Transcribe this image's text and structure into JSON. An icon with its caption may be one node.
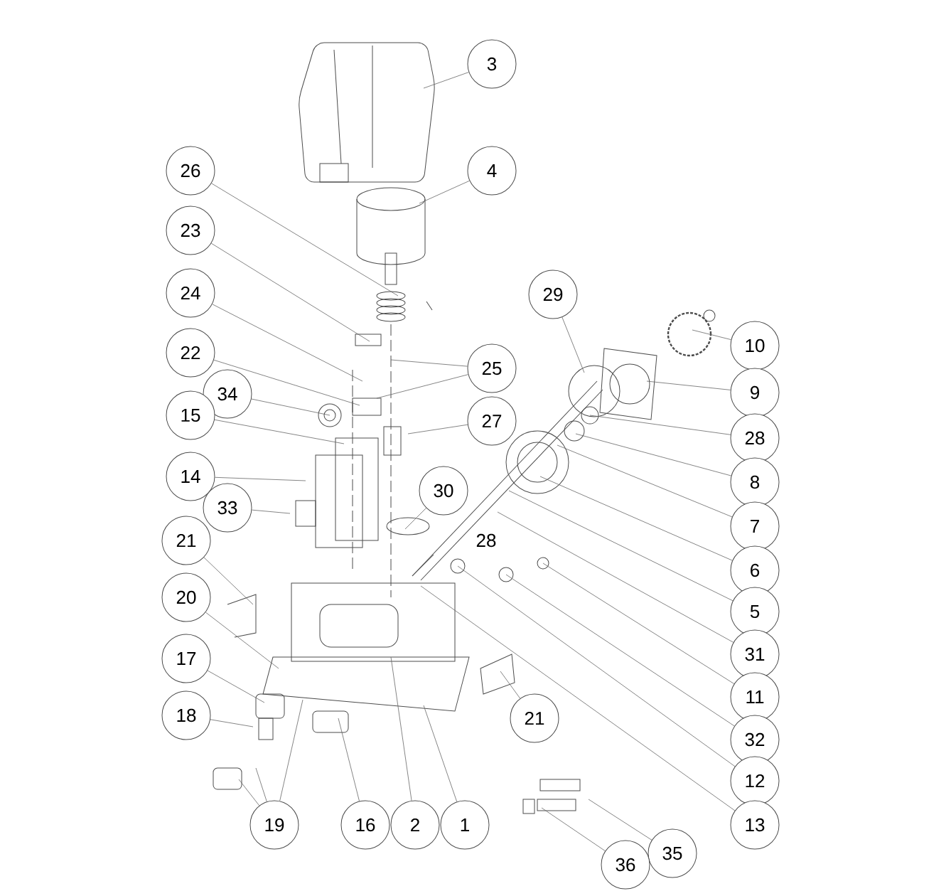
{
  "diagram": {
    "nodes": [
      {
        "text": [
          "3"
        ]
      },
      {
        "text": [
          "4"
        ]
      },
      {
        "text": [
          "26"
        ]
      },
      {
        "text": [
          "23"
        ]
      },
      {
        "text": [
          "24"
        ]
      },
      {
        "text": [
          "29"
        ]
      },
      {
        "text": [
          "10"
        ]
      },
      {
        "text": [
          "22"
        ]
      },
      {
        "text": [
          "25"
        ]
      },
      {
        "text": [
          "9"
        ]
      },
      {
        "text": [
          "34"
        ]
      },
      {
        "text": [
          "15"
        ]
      },
      {
        "text": [
          "27"
        ]
      },
      {
        "text": [
          "28"
        ]
      },
      {
        "text": [
          "14"
        ]
      },
      {
        "text": [
          "8"
        ]
      },
      {
        "text": [
          "30"
        ]
      },
      {
        "text": [
          "33"
        ]
      },
      {
        "text": [
          "7"
        ]
      },
      {
        "text": [
          "21"
        ]
      },
      {
        "text": [
          "6"
        ]
      },
      {
        "text": [
          "20"
        ]
      },
      {
        "text": [
          "5"
        ]
      },
      {
        "text": [
          "31"
        ]
      },
      {
        "text": [
          "17"
        ]
      },
      {
        "text": [
          "11"
        ]
      },
      {
        "text": [
          "18"
        ]
      },
      {
        "text": [
          "21"
        ]
      },
      {
        "text": [
          "32"
        ]
      },
      {
        "text": [
          "12"
        ]
      },
      {
        "text": [
          "19"
        ]
      },
      {
        "text": [
          "16"
        ]
      },
      {
        "text": [
          "2"
        ]
      },
      {
        "text": [
          "1"
        ]
      },
      {
        "text": [
          "13"
        ]
      },
      {
        "text": [
          "35"
        ]
      },
      {
        "text": [
          "36"
        ]
      }
    ],
    "edges": [
      {
        "from": 0,
        "to": null,
        "arrow": "none"
      },
      {
        "from": 1,
        "to": null,
        "arrow": "none"
      },
      {
        "from": 2,
        "to": null,
        "arrow": "none"
      },
      {
        "from": 3,
        "to": null,
        "arrow": "none"
      },
      {
        "from": 4,
        "to": null,
        "arrow": "none"
      },
      {
        "from": 5,
        "to": null,
        "arrow": "none"
      },
      {
        "from": 6,
        "to": null,
        "arrow": "none"
      },
      {
        "from": 7,
        "to": null,
        "arrow": "none"
      },
      {
        "from": 8,
        "to": null,
        "arrow": "none"
      },
      {
        "from": 8,
        "to": null,
        "arrow": "none"
      },
      {
        "from": 9,
        "to": null,
        "arrow": "none"
      },
      {
        "from": 10,
        "to": null,
        "arrow": "none"
      },
      {
        "from": 11,
        "to": null,
        "arrow": "none"
      },
      {
        "from": 12,
        "to": null,
        "arrow": "none"
      },
      {
        "from": 13,
        "to": null,
        "arrow": "none"
      },
      {
        "from": 14,
        "to": null,
        "arrow": "none"
      },
      {
        "from": 15,
        "to": null,
        "arrow": "none"
      },
      {
        "from": 16,
        "to": null,
        "arrow": "none"
      },
      {
        "from": 17,
        "to": null,
        "arrow": "none"
      },
      {
        "from": 18,
        "to": null,
        "arrow": "none"
      },
      {
        "from": 19,
        "to": null,
        "arrow": "none"
      },
      {
        "from": 20,
        "to": null,
        "arrow": "none"
      },
      {
        "from": 21,
        "to": null,
        "arrow": "none"
      },
      {
        "from": 22,
        "to": null,
        "arrow": "none"
      },
      {
        "from": 23,
        "to": null,
        "arrow": "none"
      },
      {
        "from": 24,
        "to": null,
        "arrow": "none"
      },
      {
        "from": 25,
        "to": null,
        "arrow": "none"
      },
      {
        "from": 26,
        "to": null,
        "arrow": "none"
      },
      {
        "from": 27,
        "to": null,
        "arrow": "none"
      },
      {
        "from": 28,
        "to": null,
        "arrow": "none"
      },
      {
        "from": 29,
        "to": null,
        "arrow": "none"
      },
      {
        "from": 30,
        "to": null,
        "arrow": "none"
      },
      {
        "from": 30,
        "to": null,
        "arrow": "none"
      },
      {
        "from": 30,
        "to": null,
        "arrow": "none"
      },
      {
        "from": 31,
        "to": null,
        "arrow": "none"
      },
      {
        "from": 32,
        "to": null,
        "arrow": "none"
      },
      {
        "from": 33,
        "to": null,
        "arrow": "none"
      },
      {
        "from": 34,
        "to": null,
        "arrow": "none"
      },
      {
        "from": 35,
        "to": null,
        "arrow": "none"
      },
      {
        "from": 36,
        "to": null,
        "arrow": "none"
      }
    ],
    "labels": [
      "28"
    ]
  }
}
